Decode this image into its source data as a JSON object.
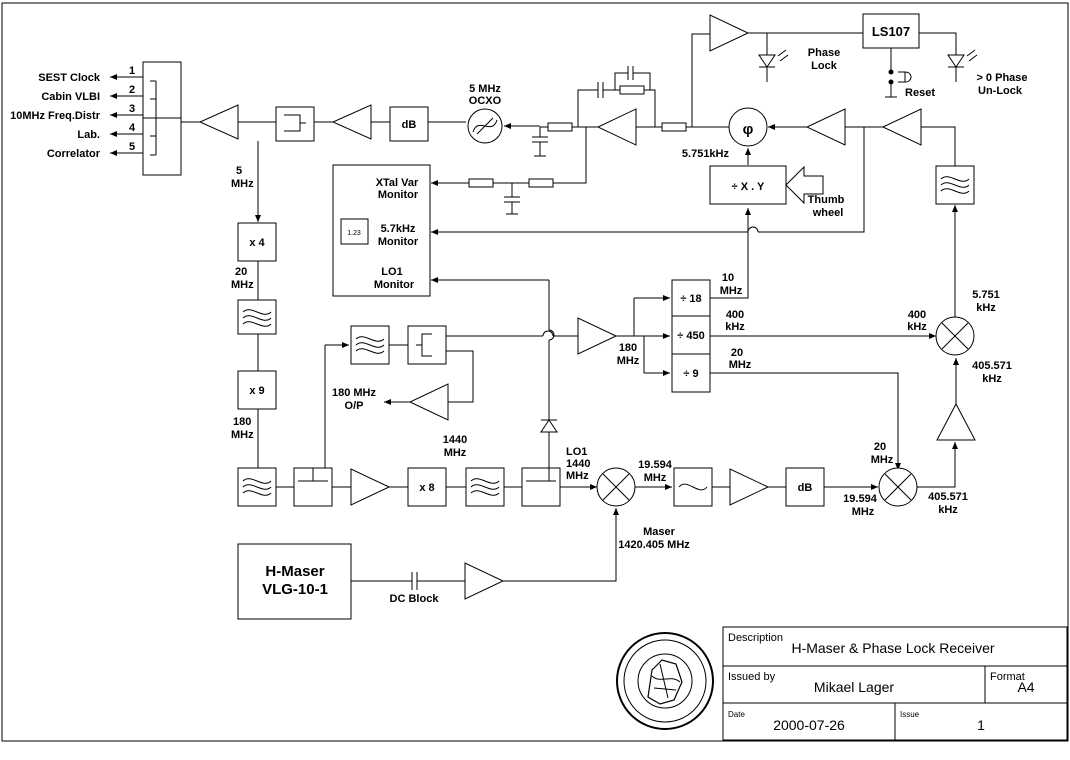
{
  "outputs": {
    "labels": [
      "SEST Clock",
      "Cabin VLBI",
      "10MHz Freq.Distr",
      "Lab.",
      "Correlator"
    ],
    "numbers": [
      "1",
      "2",
      "3",
      "4",
      "5"
    ]
  },
  "labels": {
    "ocxo": "5 MHz",
    "ocxo_sub": "OCXO",
    "five_mhz_a": "5",
    "five_mhz_b": "MHz",
    "x4": "x 4",
    "twenty_a": "20",
    "twenty_b": "MHz",
    "x9": "x 9",
    "one80_a": "180",
    "one80_b": "MHz",
    "x8": "x 8",
    "db": "dB",
    "db2": "dB",
    "o180_a": "180 MHz",
    "o180_b": "O/P",
    "m1440_a": "1440",
    "m1440_b": "MHz",
    "lo1_a": "LO1",
    "lo1_b": "1440",
    "lo1_c": "MHz",
    "m19594_a": "19.594",
    "m19594_b": "MHz",
    "m19594b_a": "19.594",
    "m19594b_b": "MHz",
    "maser_a": "Maser",
    "maser_b": "1420.405 MHz",
    "hmaser_a": "H-Maser",
    "hmaser_b": "VLG-10-1",
    "dcblock": "DC Block",
    "div18": "÷ 18",
    "div450": "÷ 450",
    "div9": "÷ 9",
    "mhz10_a": "10",
    "mhz10_b": "MHz",
    "khz400_a": "400",
    "khz400_b": "kHz",
    "mhz20_a": "20",
    "mhz20_b": "MHz",
    "m180b_a": "180",
    "m180b_b": "MHz",
    "khz400r_a": "400",
    "khz400r_b": "kHz",
    "khz5751_a": "5.751",
    "khz5751_b": "kHz",
    "khz405_a": "405.571",
    "khz405_b": "kHz",
    "mhz20r_a": "20",
    "mhz20r_b": "MHz",
    "khz405b_a": "405.571",
    "khz405b_b": "kHz",
    "phi": "φ",
    "khz5751l": "5.751kHz",
    "divxy": "÷ X . Y",
    "thumb_a": "Thumb",
    "thumb_b": "wheel",
    "ls107": "LS107",
    "phaselock_a": "Phase",
    "phaselock_b": "Lock",
    "reset": "Reset",
    "unlock_a": "> 0 Phase",
    "unlock_b": "Un-Lock",
    "mon_xtal_a": "XTal Var",
    "mon_xtal_b": "Monitor",
    "mon_57_a": "5.7kHz",
    "mon_57_b": "Monitor",
    "mon_lo1_a": "LO1",
    "mon_lo1_b": "Monitor",
    "mon_digits": "1.23"
  },
  "titleblock": {
    "desc_label": "Description",
    "desc_value": "H-Maser & Phase Lock Receiver",
    "issued_label": "Issued by",
    "issued_value": "Mikael Lager",
    "format_label": "Format",
    "format_value": "A4",
    "date_label": "Date",
    "date_value": "2000-07-26",
    "issue_label": "Issue",
    "issue_value": "1"
  }
}
